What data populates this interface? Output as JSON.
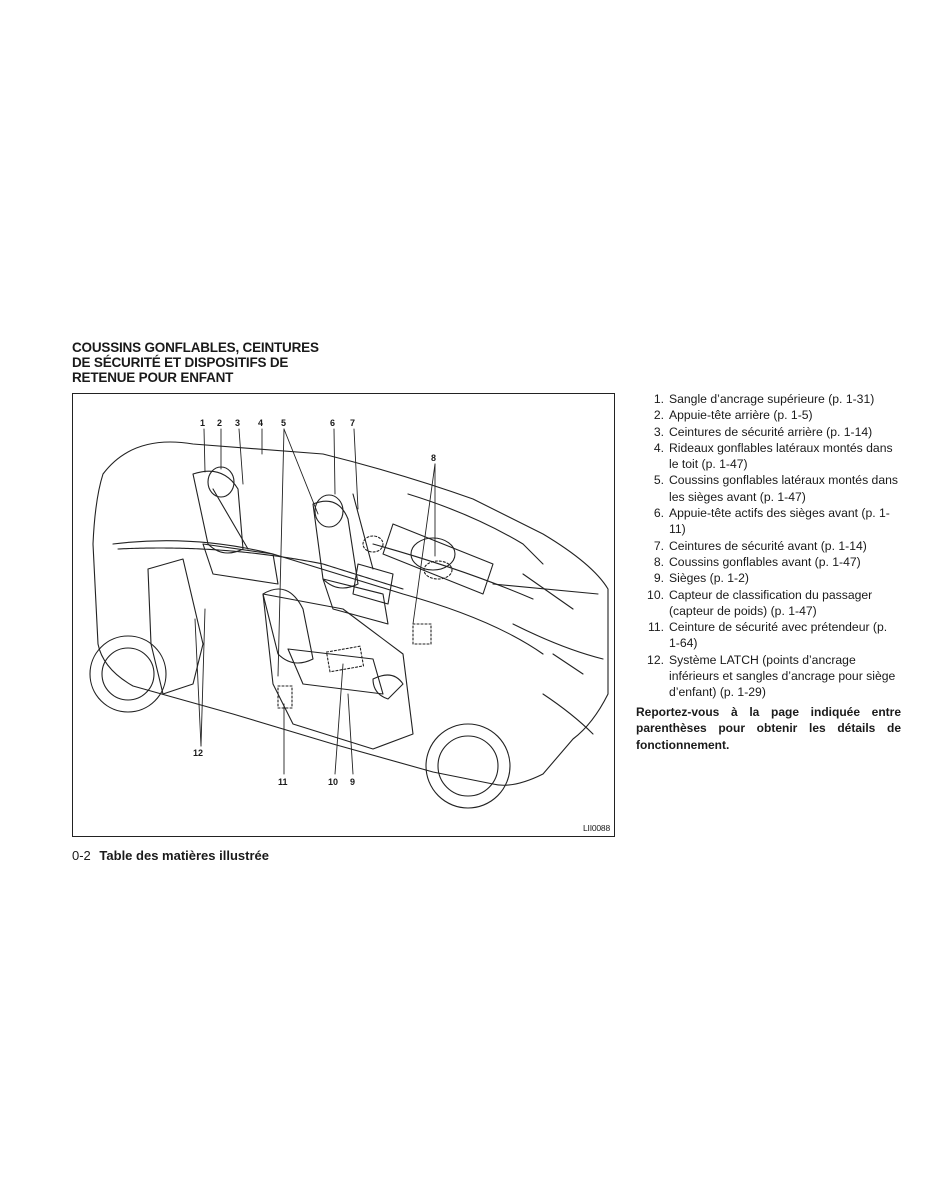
{
  "title_lines": [
    "COUSSINS GONFLABLES, CEINTURES",
    "DE SÉCURITÉ ET DISPOSITIFS DE",
    "RETENUE POUR ENFANT"
  ],
  "figure": {
    "code": "LII0088",
    "callouts": {
      "c1": "1",
      "c2": "2",
      "c3": "3",
      "c4": "4",
      "c5": "5",
      "c6": "6",
      "c7": "7",
      "c8": "8",
      "c9": "9",
      "c10": "10",
      "c11": "11",
      "c12": "12"
    }
  },
  "legend": [
    {
      "num": "1.",
      "text": "Sangle d’ancrage supérieure (p. 1-31)"
    },
    {
      "num": "2.",
      "text": "Appuie-tête arrière (p. 1-5)"
    },
    {
      "num": "3.",
      "text": "Ceintures de sécurité arrière (p. 1-14)"
    },
    {
      "num": "4.",
      "text": "Rideaux gonflables latéraux montés dans le toit (p. 1-47)"
    },
    {
      "num": "5.",
      "text": "Coussins gonflables latéraux montés dans les sièges avant (p. 1-47)"
    },
    {
      "num": "6.",
      "text": "Appuie-tête actifs des sièges avant (p. 1-11)"
    },
    {
      "num": "7.",
      "text": "Ceintures de sécurité avant (p. 1-14)"
    },
    {
      "num": "8.",
      "text": "Coussins gonflables avant (p. 1-47)"
    },
    {
      "num": "9.",
      "text": "Sièges (p. 1-2)"
    },
    {
      "num": "10.",
      "text": "Capteur de classification du passager (capteur de poids) (p. 1-47)"
    },
    {
      "num": "11.",
      "text": "Ceinture de sécurité avec prétendeur (p. 1-64)"
    },
    {
      "num": "12.",
      "text": "Système LATCH (points d’ancrage inférieurs et sangles d’ancrage pour siège d’enfant) (p. 1-29)"
    }
  ],
  "note": "Reportez-vous à la page indiquée entre parenthèses pour obtenir les détails de fonctionnement.",
  "footer": {
    "page": "0-2",
    "section": "Table des matières illustrée"
  }
}
